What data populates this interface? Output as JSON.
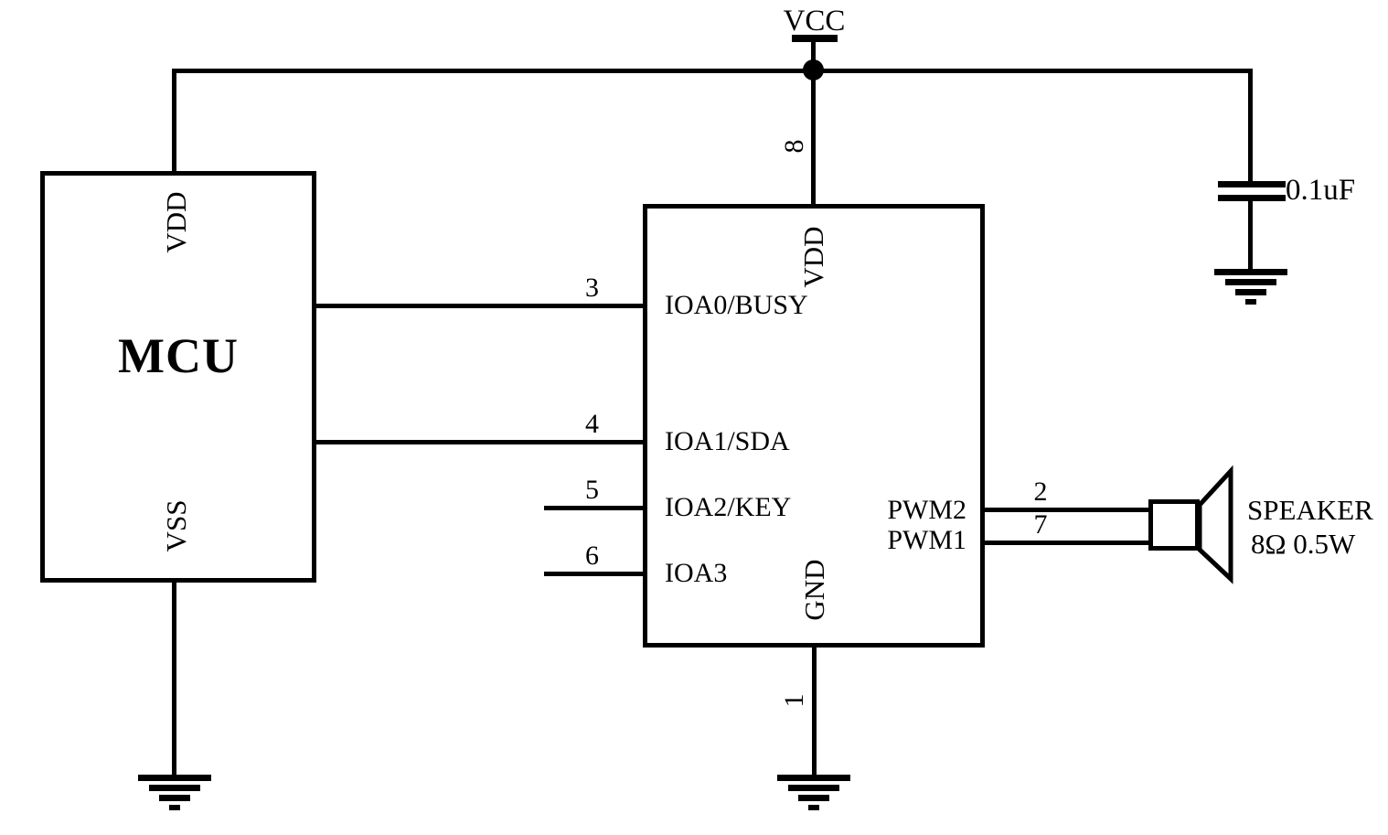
{
  "diagram": {
    "vcc_label": "VCC",
    "mcu": {
      "title": "MCU",
      "top_pin_label": "VDD",
      "bottom_pin_label": "VSS"
    },
    "chip": {
      "vdd_pin": {
        "number": "8",
        "label": "VDD"
      },
      "gnd_pin": {
        "number": "1",
        "label": "GND"
      },
      "left_pins": [
        {
          "number": "3",
          "label": "IOA0/BUSY"
        },
        {
          "number": "4",
          "label": "IOA1/SDA"
        },
        {
          "number": "5",
          "label": "IOA2/KEY"
        },
        {
          "number": "6",
          "label": "IOA3"
        }
      ],
      "right_pins": [
        {
          "number": "2",
          "label": "PWM2"
        },
        {
          "number": "7",
          "label": "PWM1"
        }
      ]
    },
    "capacitor": {
      "value": "0.1uF"
    },
    "speaker": {
      "name": "SPEAKER",
      "spec": "8Ω 0.5W"
    },
    "colors": {
      "line": "#000000",
      "background": "#ffffff"
    }
  }
}
